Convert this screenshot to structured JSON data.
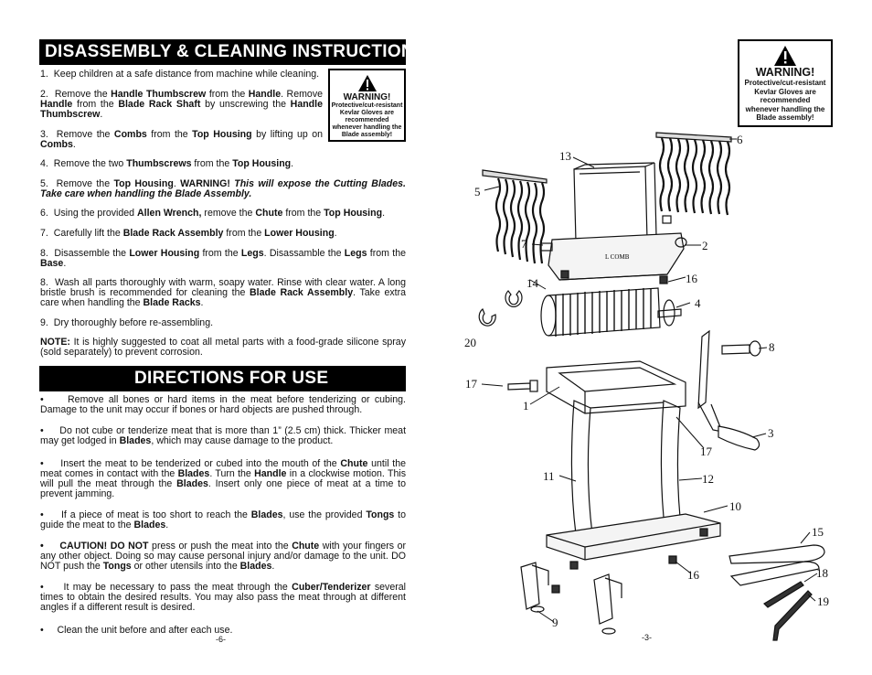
{
  "left": {
    "section1_title": "DISASSEMBLY & CLEANING INSTRUCTIONS",
    "steps": [
      {
        "n": "1.",
        "text": "Keep children at a safe distance from machine while cleaning."
      },
      {
        "n": "2.",
        "t1": "Remove the ",
        "b1": "Handle Thumbscrew",
        "t2": " from the ",
        "b2": "Handle",
        "t3": ".  Remove ",
        "b3": "Handle",
        "t4": " from the ",
        "b4": "Blade Rack Shaft",
        "t5": " by unscrewing the ",
        "b5": "Handle Thumbscrew",
        "t6": "."
      },
      {
        "n": "3.",
        "t1": "Remove the ",
        "b1": "Combs",
        "t2": " from the ",
        "b2": "Top Housing",
        "t3": " by lifting up on ",
        "b3": "Combs",
        "t4": "."
      },
      {
        "n": "4.",
        "t1": "Remove the two ",
        "b1": "Thumbscrews",
        "t2": " from the ",
        "b2": "Top Housing",
        "t3": "."
      },
      {
        "n": "5.",
        "t1": "Remove the ",
        "b1": "Top Housing",
        "t2": ".  ",
        "b2": "WARNING!",
        "t3": "  ",
        "bi": "This will expose the Cutting Blades. Take care when handling the Blade Assembly."
      },
      {
        "n": "6.",
        "t1": "Using the provided ",
        "b1": "Allen Wrench,",
        "t2": " remove the ",
        "b2": "Chute",
        "t3": " from the ",
        "b3": "Top Housing",
        "t4": "."
      },
      {
        "n": "7.",
        "t1": "Carefully lift the ",
        "b1": "Blade Rack Assembly",
        "t2": " from the ",
        "b2": "Lower Housing",
        "t3": "."
      },
      {
        "n": "8.",
        "t1": "Disassemble the ",
        "b1": "Lower Housing",
        "t2": " from the ",
        "b2": "Legs",
        "t3": ".  Disassamble the ",
        "b3": "Legs",
        "t4": " from the ",
        "b4": "Base",
        "t5": "."
      },
      {
        "n": "8.",
        "t1": "Wash all parts thoroughly with warm, soapy water.  Rinse with clear water.  A long bristle brush is recommended for cleaning the ",
        "b1": "Blade Rack Assembly",
        "t2": ".  Take extra care when handling the ",
        "b2": "Blade Racks",
        "t3": "."
      },
      {
        "n": "9.",
        "text": "Dry thoroughly before re-assembling."
      }
    ],
    "note_label": "NOTE:",
    "note_text": "  It is highly suggested to coat all metal parts with a food-grade silicone spray (sold separately) to prevent corrosion.",
    "section2_title": "DIRECTIONS FOR USE",
    "bullets": [
      {
        "t1": "Remove all bones or hard items in the meat before tenderizing or cubing.  Damage to the unit may occur if bones or hard objects are pushed through."
      },
      {
        "t1": "Do not cube or tenderize meat that is more than 1” (2.5 cm) thick. Thicker meat may get lodged in ",
        "b1": "Blades",
        "t2": ", which may cause damage to the product."
      },
      {
        "t1": "Insert the meat to be tenderized or cubed into the mouth of the ",
        "b1": "Chute",
        "t2": " until the meat comes in contact with the ",
        "b2": "Blades",
        "t3": ".  Turn the ",
        "b3": "Handle",
        "t4": " in a clockwise motion. This will pull the meat through the ",
        "b4": "Blades",
        "t5": ". Insert only one piece of meat at a time to prevent jamming."
      },
      {
        "t1": "If a piece of meat is too short to reach the ",
        "b1": "Blades",
        "t2": ", use the provided ",
        "b2": "Tongs",
        "t3": " to guide the meat to the ",
        "b3": "Blades",
        "t4": "."
      },
      {
        "b0": "CAUTION!  DO NOT",
        "t1": " press or push the meat into the ",
        "b1": "Chute",
        "t2": " with your fingers or any other object. Doing so may cause personal injury and/or damage to the unit. DO NOT push the ",
        "b2": "Tongs",
        "t3": " or other utensils into the ",
        "b3": "Blades",
        "t4": "."
      },
      {
        "t1": "It may be necessary to pass the meat through the ",
        "b1": "Cuber/Tenderizer",
        "t2": " several times to obtain the desired results. You may also pass the meat through at different angles if a different result is desired."
      },
      {
        "t1": "Clean the unit before and after each use."
      }
    ],
    "bullet_char": "•",
    "page_number": "-6-"
  },
  "warning": {
    "title": "WARNING!",
    "line1": "Protective/cut-resistant",
    "line2": "Kevlar Gloves are",
    "line3": "recommended",
    "line4": "whenever handling the",
    "line5": "Blade assembly!"
  },
  "right": {
    "housing_label": "L COMB",
    "part_labels": [
      "13",
      "6",
      "5",
      "7",
      "2",
      "14",
      "16",
      "4",
      "20",
      "8",
      "17",
      "1",
      "3",
      "17",
      "11",
      "12",
      "10",
      "15",
      "16",
      "18",
      "19",
      "9"
    ],
    "page_number": "-3-"
  }
}
